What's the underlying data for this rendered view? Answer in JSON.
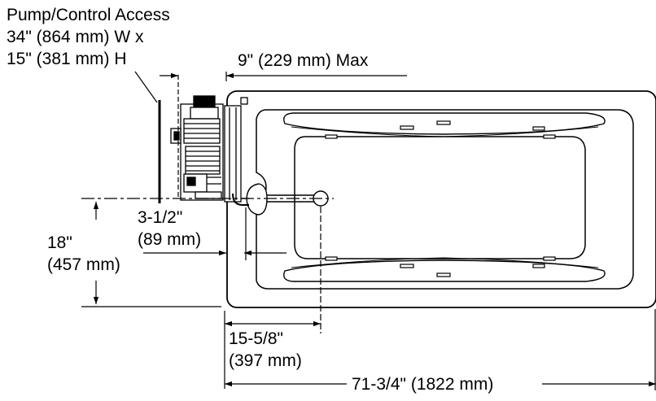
{
  "labels": {
    "access_title": "Pump/Control Access",
    "access_width": "34\" (864 mm) W x",
    "access_height": "15\" (381 mm) H",
    "dim_max": "9\" (229 mm) Max",
    "dim_pump_in": "3-1/2\"",
    "dim_pump_mm": "(89 mm)",
    "dim_drain_in": "18\"",
    "dim_drain_mm": "(457 mm)",
    "dim_offset_in": "15-5/8\"",
    "dim_offset_mm": "(397 mm)",
    "dim_length": "71-3/4\" (1822 mm)"
  },
  "colors": {
    "line": "#000000",
    "background": "#ffffff"
  }
}
